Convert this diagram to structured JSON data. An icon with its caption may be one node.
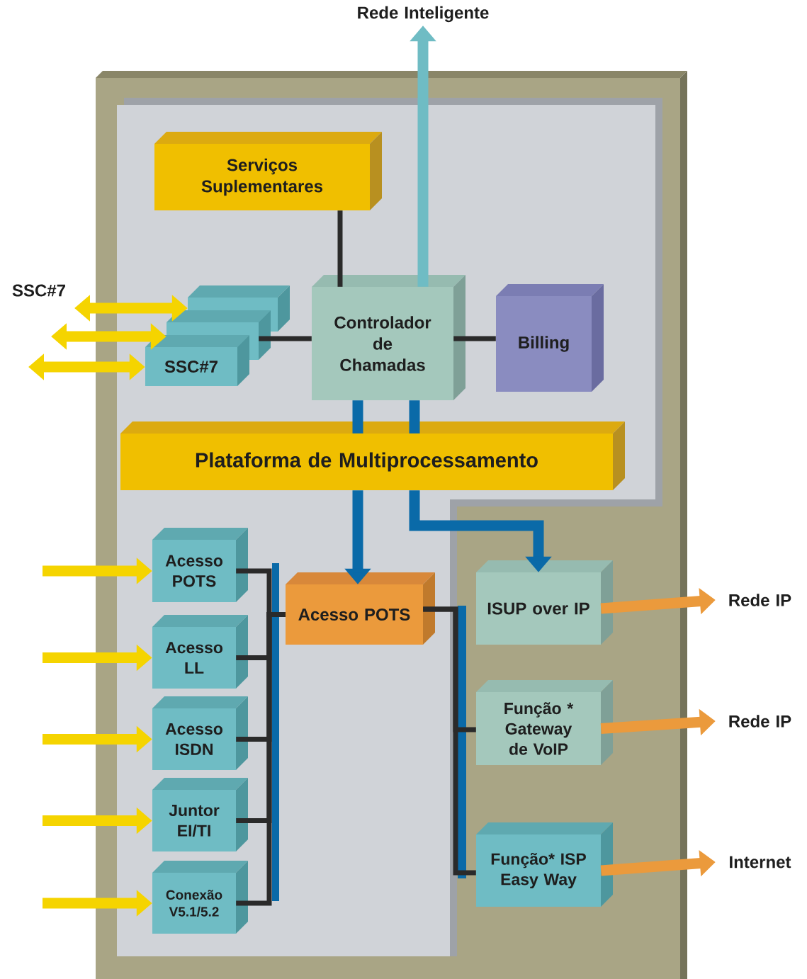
{
  "diagram": {
    "nodes": [
      {
        "text": [],
        "shape": "box"
      },
      {
        "text": [],
        "shape": "box",
        "in": 0
      },
      {
        "text": [
          "Serviços Suplementares"
        ],
        "in": 1
      },
      {
        "text": [],
        "shape": "box",
        "in": 1
      },
      {
        "text": [],
        "shape": "box",
        "in": 1
      },
      {
        "text": [
          "SSC#7"
        ],
        "in": 1
      },
      {
        "text": [
          "Controlador de Chamadas"
        ],
        "in": 1
      },
      {
        "text": [
          "Billing"
        ],
        "in": 1
      },
      {
        "text": [
          "Plataforma de Multiprocessamento"
        ],
        "in": 1
      },
      {
        "text": [
          "Rede Inteligente"
        ]
      },
      {
        "text": [
          "Acesso POTS"
        ],
        "in": 1
      },
      {
        "text": [
          "Acesso POTS"
        ],
        "in": 1
      },
      {
        "text": [
          "Acesso LL"
        ],
        "in": 1
      },
      {
        "text": [
          "Acesso ISDN"
        ],
        "in": 1
      },
      {
        "text": [
          "Juntor EI/TI"
        ],
        "in": 1
      },
      {
        "text": [
          "Conexão V5.1/5.2"
        ],
        "in": 1
      },
      {
        "text": [
          "ISUP over IP"
        ],
        "in": 0
      },
      {
        "text": [
          "Função * Gateway de VoIP"
        ],
        "in": 0
      },
      {
        "text": [
          "Função* ISP Easy Way"
        ],
        "in": 0
      },
      {
        "text": [
          "Rede IP"
        ]
      },
      {
        "text": [
          "Rede IP"
        ]
      },
      {
        "text": [
          "Internet"
        ]
      }
    ],
    "edges": [
      {
        "from": 2,
        "to": 6,
        "arrow": "none"
      },
      {
        "from": 4,
        "to": 6,
        "arrow": "none"
      },
      {
        "from": 6,
        "to": 7,
        "arrow": "none"
      },
      {
        "from": 6,
        "to": 9,
        "arrow": "to",
        "color": "#6fbcc4"
      },
      {
        "from": 6,
        "to": 8,
        "arrow": "none",
        "color": "#0a6aa8"
      },
      {
        "from": 6,
        "to": 8,
        "arrow": "none",
        "color": "#0a6aa8"
      },
      {
        "from": 8,
        "to": 10,
        "arrow": "to",
        "color": "#0a6aa8"
      },
      {
        "from": 8,
        "to": 16,
        "arrow": "to",
        "color": "#0a6aa8"
      },
      {
        "from": null,
        "to": 3,
        "arrow": "both",
        "color": "#f5d400"
      },
      {
        "from": null,
        "to": 4,
        "arrow": "both",
        "color": "#f5d400"
      },
      {
        "from": null,
        "to": 5,
        "arrow": "both",
        "color": "#f5d400"
      },
      {
        "from": null,
        "to": 11,
        "arrow": "to",
        "color": "#f5d400"
      },
      {
        "from": null,
        "to": 12,
        "arrow": "to",
        "color": "#f5d400"
      },
      {
        "from": null,
        "to": 13,
        "arrow": "to",
        "color": "#f5d400"
      },
      {
        "from": null,
        "to": 14,
        "arrow": "to",
        "color": "#f5d400"
      },
      {
        "from": null,
        "to": 15,
        "arrow": "to",
        "color": "#f5d400"
      },
      {
        "from": 10,
        "to": 11,
        "arrow": "none"
      },
      {
        "from": 10,
        "to": 12,
        "arrow": "none"
      },
      {
        "from": 10,
        "to": 13,
        "arrow": "none"
      },
      {
        "from": 10,
        "to": 14,
        "arrow": "none"
      },
      {
        "from": 10,
        "to": 15,
        "arrow": "none"
      },
      {
        "from": 10,
        "to": 17,
        "arrow": "none"
      },
      {
        "from": 10,
        "to": 18,
        "arrow": "none"
      },
      {
        "from": 16,
        "to": 19,
        "arrow": "to",
        "color": "#eb9a3c"
      },
      {
        "from": 17,
        "to": 20,
        "arrow": "to",
        "color": "#eb9a3c"
      },
      {
        "from": 18,
        "to": 21,
        "arrow": "to",
        "color": "#eb9a3c"
      }
    ],
    "labels": [
      "SSC#7"
    ]
  }
}
